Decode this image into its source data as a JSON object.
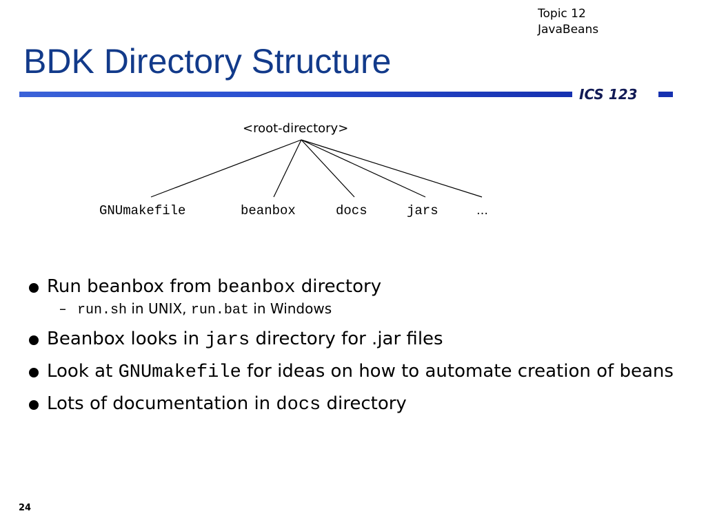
{
  "header": {
    "topic_line1": "Topic 12",
    "topic_line2": "JavaBeans",
    "title": "BDK Directory Structure",
    "course": "ICS 123",
    "accent_color": "#2a4fd0",
    "title_color": "#123a8a"
  },
  "tree": {
    "root": "<root-directory>",
    "children": [
      "GNUmakefile",
      "beanbox",
      "docs",
      "jars",
      "…"
    ]
  },
  "bullets": [
    {
      "parts": [
        "Run beanbox from ",
        "beanbox",
        " directory"
      ],
      "sub": {
        "parts": [
          "run.sh",
          " in UNIX, ",
          "run.bat",
          " in Windows"
        ]
      }
    },
    {
      "parts": [
        "Beanbox looks in ",
        "jars",
        " directory for .jar files"
      ]
    },
    {
      "parts": [
        "Look at ",
        "GNUmakefile",
        " for ideas on how to automate creation of beans"
      ]
    },
    {
      "parts": [
        "Lots of documentation in ",
        "docs",
        " directory"
      ]
    }
  ],
  "footer": {
    "page_number": "24"
  }
}
